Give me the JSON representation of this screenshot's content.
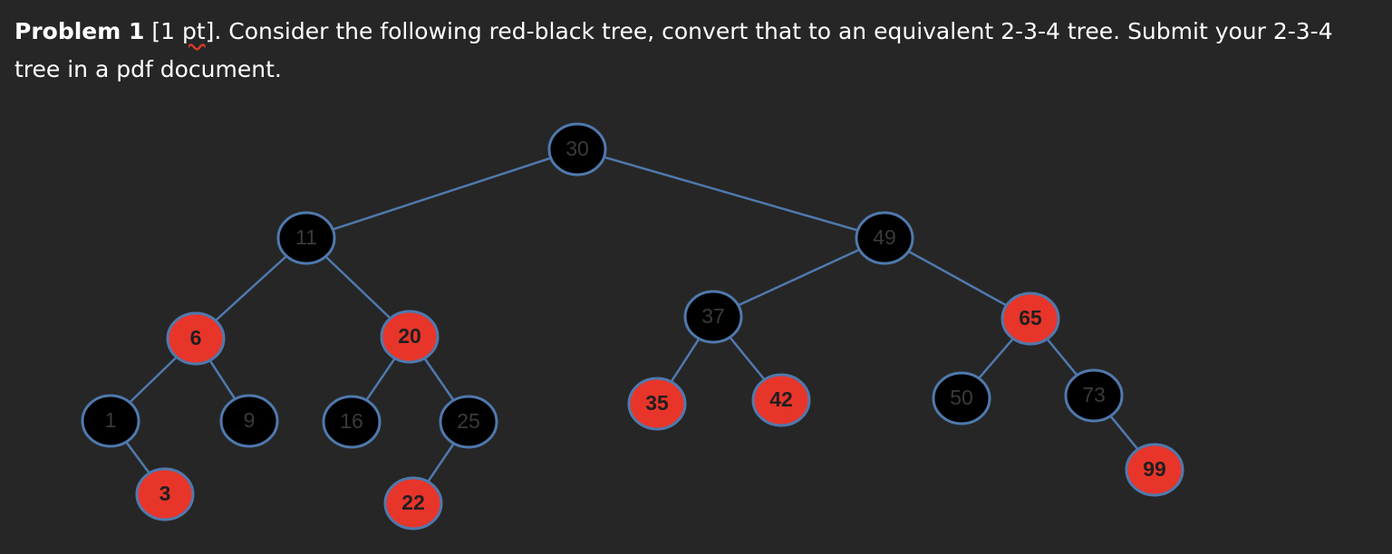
{
  "problem": {
    "label": "Problem 1",
    "points_open": " [1 ",
    "points_word": "pt",
    "points_close": "].",
    "text": " Consider the following red-black tree, convert that to an equivalent 2-3-4 tree.  Submit your 2-3-4 tree in a pdf document."
  },
  "colors": {
    "background": "#262626",
    "black_node_fill": "#000000",
    "black_node_text": "#3a3a3a",
    "red_node_fill": "#e8352a",
    "red_node_text": "#1f1f1f",
    "edge": "#4f79ad"
  },
  "tree": {
    "nodes": [
      {
        "id": "n30",
        "key": "30",
        "color": "black"
      },
      {
        "id": "n11",
        "key": "11",
        "color": "black"
      },
      {
        "id": "n49",
        "key": "49",
        "color": "black"
      },
      {
        "id": "n6",
        "key": "6",
        "color": "red"
      },
      {
        "id": "n20",
        "key": "20",
        "color": "red"
      },
      {
        "id": "n37",
        "key": "37",
        "color": "black"
      },
      {
        "id": "n65",
        "key": "65",
        "color": "red"
      },
      {
        "id": "n1",
        "key": "1",
        "color": "black"
      },
      {
        "id": "n9",
        "key": "9",
        "color": "black"
      },
      {
        "id": "n16",
        "key": "16",
        "color": "black"
      },
      {
        "id": "n25",
        "key": "25",
        "color": "black"
      },
      {
        "id": "n35",
        "key": "35",
        "color": "red"
      },
      {
        "id": "n42",
        "key": "42",
        "color": "red"
      },
      {
        "id": "n50",
        "key": "50",
        "color": "black"
      },
      {
        "id": "n73",
        "key": "73",
        "color": "black"
      },
      {
        "id": "n3",
        "key": "3",
        "color": "red"
      },
      {
        "id": "n22",
        "key": "22",
        "color": "red"
      },
      {
        "id": "n99",
        "key": "99",
        "color": "red"
      }
    ],
    "edges": [
      [
        "n30",
        "n11"
      ],
      [
        "n30",
        "n49"
      ],
      [
        "n11",
        "n6"
      ],
      [
        "n11",
        "n20"
      ],
      [
        "n6",
        "n1"
      ],
      [
        "n6",
        "n9"
      ],
      [
        "n1",
        "n3"
      ],
      [
        "n20",
        "n16"
      ],
      [
        "n20",
        "n25"
      ],
      [
        "n25",
        "n22"
      ],
      [
        "n49",
        "n37"
      ],
      [
        "n49",
        "n65"
      ],
      [
        "n37",
        "n35"
      ],
      [
        "n37",
        "n42"
      ],
      [
        "n65",
        "n50"
      ],
      [
        "n65",
        "n73"
      ],
      [
        "n73",
        "n99"
      ]
    ]
  }
}
